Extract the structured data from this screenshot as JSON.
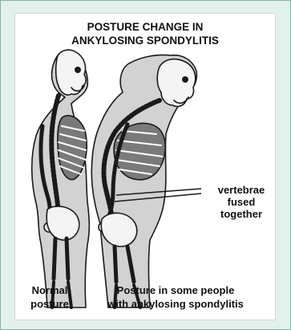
{
  "title": {
    "line1": "POSTURE CHANGE IN",
    "line2": "ANKYLOSING SPONDYLITIS"
  },
  "callout": {
    "line1": "vertebrae fused",
    "line2": "together"
  },
  "captions": {
    "normal": {
      "line1": "Normal",
      "line2": "posture"
    },
    "affected": {
      "line1": "Posture in some people",
      "line2": "with ankylosing spondylitis"
    }
  },
  "colors": {
    "frame_border": "#7fb3a4",
    "frame_background": "#e3f1ec",
    "body_shade": "#d2d2d2",
    "line": "#1a1a1a"
  }
}
